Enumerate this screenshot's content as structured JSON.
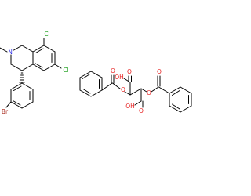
{
  "colors": {
    "background": "#ffffff",
    "bond": "#000000",
    "chlorine": "#1fa01f",
    "nitrogen": "#2a2ae6",
    "oxygen": "#e61e1e",
    "bromine": "#a8291d"
  },
  "molecule_1": {
    "atoms": {
      "cl_top": "Cl",
      "cl_bottom": "Cl",
      "n": "N",
      "br": "Br"
    }
  },
  "molecule_2": {
    "atoms": {
      "o_ketone_left": "O",
      "o_ester_left": "O",
      "o_ketone_right": "O",
      "o_ester_right": "O",
      "o_acid_top_dbl": "O",
      "oh_top": "OH",
      "o_acid_bottom_dbl": "O",
      "oh_bottom": "OH"
    }
  }
}
